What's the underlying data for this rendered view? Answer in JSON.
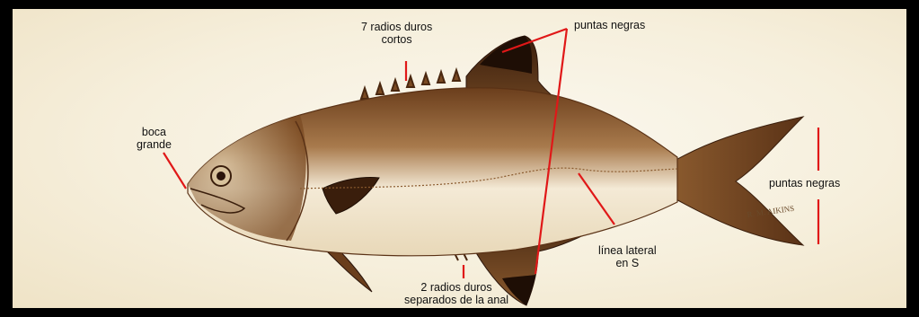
{
  "labels": {
    "boca_grande": [
      "boca",
      "grande"
    ],
    "radios_duros_cortos": [
      "7 radios duros",
      "cortos"
    ],
    "puntas_negras_top": "puntas negras",
    "puntas_negras_tail": "puntas negras",
    "linea_lateral": [
      "línea lateral",
      "en S"
    ],
    "radios_anal": [
      "2 radios duros",
      "separados de la anal"
    ]
  },
  "signature": "R. M. AIKINS",
  "colors": {
    "leader_line": "#e01818",
    "fish_body": "#7a4a22",
    "fin_dark": "#3a1e0c",
    "background": "#f6efdc",
    "frame": "#000000"
  }
}
